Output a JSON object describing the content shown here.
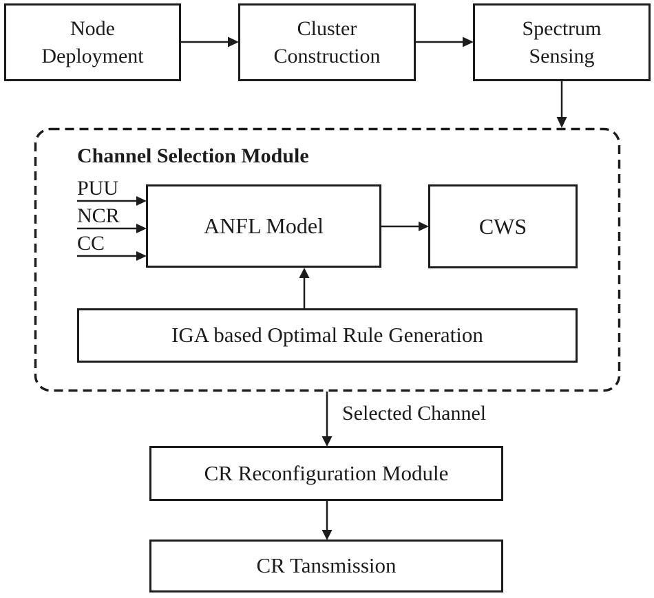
{
  "colors": {
    "line": "#1c1c1c",
    "background": "#ffffff"
  },
  "top_flow": {
    "node_deployment": "Node Deployment",
    "cluster_construction": "Cluster Construction",
    "spectrum_sensing": "Spectrum Sensing"
  },
  "channel_selection_module": {
    "title": "Channel Selection Module",
    "inputs": [
      "PUU",
      "NCR",
      "CC"
    ],
    "anfl_model": "ANFL Model",
    "cws": "CWS",
    "iga_rule_generation": "IGA based Optimal Rule Generation"
  },
  "bottom_flow": {
    "selected_channel_label": "Selected Channel",
    "cr_reconfiguration_module": "CR Reconfiguration Module",
    "cr_transmission": "CR Tansmission"
  }
}
